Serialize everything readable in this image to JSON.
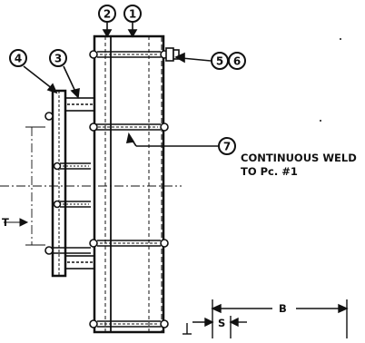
{
  "callouts": {
    "c1": "1",
    "c2": "2",
    "c3": "3",
    "c4": "4",
    "c5": "5",
    "c6": "6",
    "c7": "7"
  },
  "note": {
    "line1": "CONTINUOUS WELD",
    "line2": "TO Pc. #1"
  },
  "dimensions": {
    "b": "B",
    "s": "S",
    "t": "T"
  },
  "colors": {
    "ink": "#111111",
    "paper": "#ffffff"
  }
}
